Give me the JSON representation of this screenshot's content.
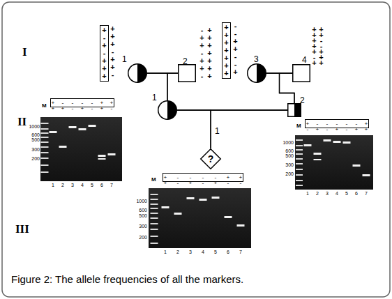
{
  "diagram": {
    "caption": "Figure 2: The allele frequencies of all the markers.",
    "nodes": [
      {
        "text": [
          "1"
        ]
      },
      {
        "text": [
          "2"
        ]
      },
      {
        "text": [
          "3"
        ]
      },
      {
        "text": [
          "4"
        ]
      },
      {
        "text": [
          "1"
        ]
      },
      {
        "text": [
          "2"
        ]
      },
      {
        "text": [
          "?"
        ]
      }
    ],
    "edges": [
      {
        "from": 0,
        "to": 1,
        "arrow": "none"
      },
      {
        "from": 2,
        "to": 3,
        "arrow": "none"
      },
      {
        "from": 0,
        "to": 4,
        "arrow": "none"
      },
      {
        "from": 1,
        "to": 4,
        "arrow": "none"
      },
      {
        "from": 2,
        "to": 5,
        "arrow": "none"
      },
      {
        "from": 3,
        "to": 5,
        "arrow": "none"
      },
      {
        "from": 4,
        "to": 5,
        "arrow": "none"
      },
      {
        "from": 4,
        "to": 6,
        "arrow": "none"
      },
      {
        "from": 5,
        "to": 6,
        "arrow": "none"
      }
    ],
    "labels": [
      "I",
      "II",
      "III",
      "1",
      "+ - + - + + +",
      "+ + + - + + -",
      "- + + - + + -",
      "+ + + + + + +",
      "+ + + + + + +",
      "- - + + - - +",
      "+ + + + + - +",
      "+ + - - + + +",
      "M",
      "+ - - - - + +",
      "+ + - + - + -",
      "1000",
      "600",
      "500",
      "300",
      "200",
      "1",
      "2",
      "3",
      "4",
      "5",
      "6",
      "7",
      "M",
      "+ - - - - - +",
      "- + - + - + +",
      "1000",
      "600",
      "500",
      "300",
      "200",
      "1",
      "2",
      "3",
      "4",
      "5",
      "6",
      "7",
      "M",
      "+ - - - - + +",
      "+ - + - + - -",
      "1000",
      "600",
      "500",
      "300",
      "200",
      "1",
      "2",
      "3",
      "4",
      "5",
      "6",
      "7"
    ]
  }
}
